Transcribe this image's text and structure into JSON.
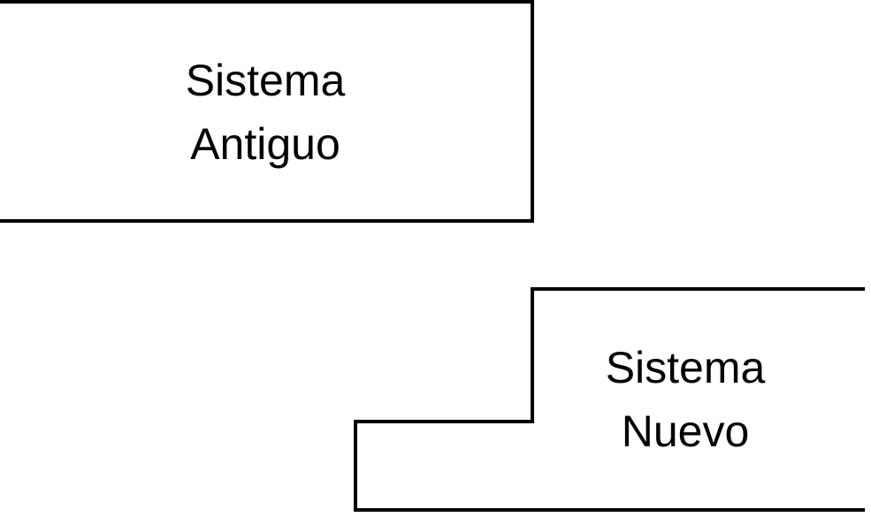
{
  "diagram": {
    "old_system": {
      "line1": "Sistema",
      "line2": "Antiguo"
    },
    "new_system": {
      "line1": "Sistema",
      "line2": "Nuevo"
    }
  },
  "colors": {
    "stroke": "#000000",
    "text": "#000000",
    "background": "#ffffff"
  }
}
